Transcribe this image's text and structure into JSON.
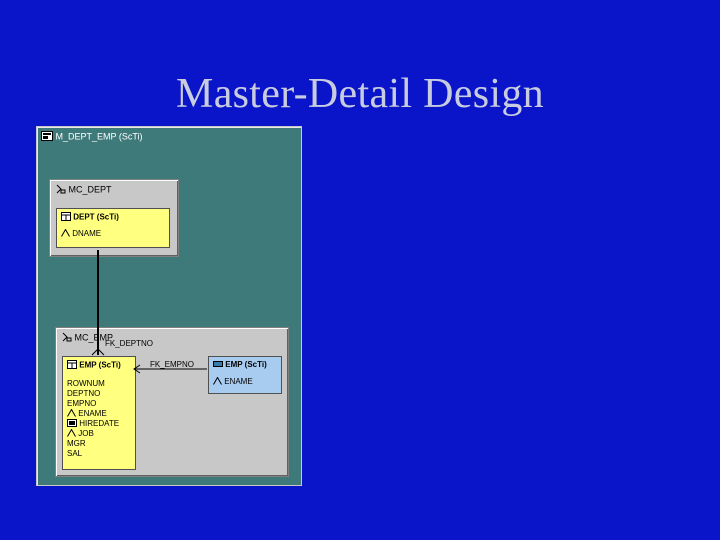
{
  "slide": {
    "title": "Master-Detail Design"
  },
  "module": {
    "title": "M_DEPT_EMP (ScTi)"
  },
  "groups": {
    "mc_dept": {
      "title": "MC_DEPT"
    },
    "mc_emp": {
      "title": "MC_EMP"
    }
  },
  "blocks": {
    "dept": {
      "title": "DEPT (ScTi)",
      "items": [
        "DNAME"
      ]
    },
    "emp_detail": {
      "title": "EMP (ScTi)",
      "items": [
        "ROWNUM",
        "DEPTNO",
        "EMPNO",
        "ENAME",
        "HIREDATE",
        "JOB",
        "MGR",
        "SAL"
      ]
    },
    "emp_lookup": {
      "title": "EMP (ScTi)",
      "items": [
        "ENAME"
      ]
    }
  },
  "relations": {
    "fk_deptno": "FK_DEPTNO",
    "fk_empno": "FK_EMPNO"
  },
  "colors": {
    "background": "#0a14c8",
    "module": "#3f7a7a",
    "block_yellow": "#ffff80",
    "block_blue": "#a8ccf0"
  }
}
